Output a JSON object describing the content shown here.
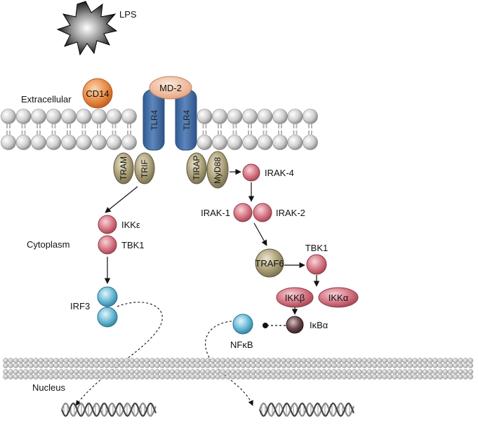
{
  "labels": {
    "lps": "LPS",
    "extracellular": "Extracellular",
    "cytoplasm": "Cytoplasm",
    "nucleus": "Nucleus",
    "cd14": "CD14",
    "md2": "MD-2",
    "tlr4_left": "TLR4",
    "tlr4_right": "TLR4",
    "tram": "TRAM",
    "trif": "TRIF",
    "tirap": "TIRAP",
    "myd88": "MyD88",
    "irak4": "IRAK-4",
    "irak1": "IRAK-1",
    "irak2": "IRAK-2",
    "ikke": "IKKε",
    "tbk1_left": "TBK1",
    "tbk1_right": "TBK1",
    "traf6": "TRAF6",
    "irf3": "IRF3",
    "ikkb": "IKKβ",
    "ikka": "IKKα",
    "ikba": "IκBα",
    "nfkb": "NFκB"
  },
  "colors": {
    "membrane_bead": "#c8c8c8",
    "tlr4": "#4a74ad",
    "md2": "#f0b48e",
    "cd14": "#e8873f",
    "adaptor": "#a59a72",
    "kinase": "#cf6f7e",
    "irf": "#5fb3cf",
    "ikba": "#5a3a3e"
  }
}
